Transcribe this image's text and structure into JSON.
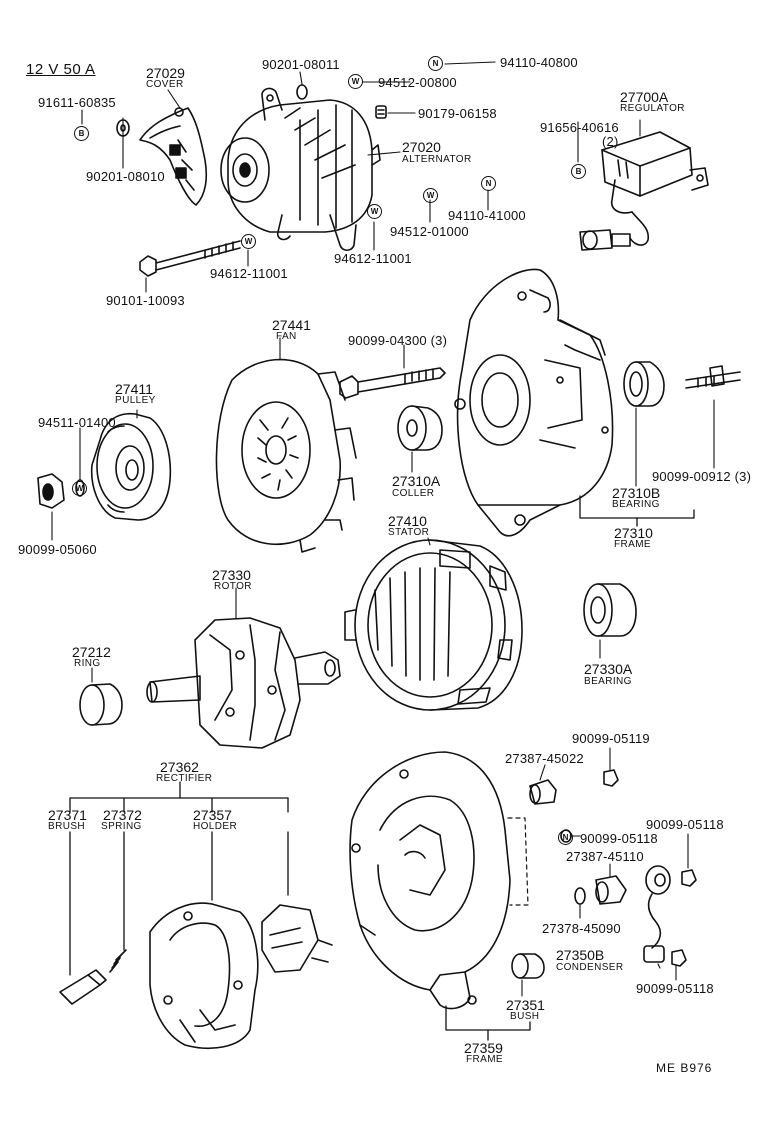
{
  "header": {
    "spec": "12 V 50 A"
  },
  "diagram_code": "ME  B976",
  "symbols": {
    "bolt": "B",
    "washer": "W",
    "nut": "N"
  },
  "parts": {
    "p27029": {
      "number": "27029",
      "name": "COVER"
    },
    "p9161160835": {
      "number": "91611-60835"
    },
    "p9020108010": {
      "number": "90201-08010"
    },
    "p9020108011": {
      "number": "90201-08011"
    },
    "p9451200800": {
      "number": "94512-00800"
    },
    "p9411040800": {
      "number": "94110-40800"
    },
    "p9017906158": {
      "number": "90179-06158"
    },
    "p27020": {
      "number": "27020",
      "name": "ALTERNATOR"
    },
    "p27700A": {
      "number": "27700A",
      "name": "REGULATOR"
    },
    "p9165640616": {
      "number": "91656-40616",
      "qty": "(2)"
    },
    "p9411041000": {
      "number": "94110-41000"
    },
    "p9451201000": {
      "number": "94512-01000"
    },
    "p9461211001a": {
      "number": "94612-11001"
    },
    "p9461211001b": {
      "number": "94612-11001"
    },
    "p9010110093": {
      "number": "90101-10093"
    },
    "p27441": {
      "number": "27441",
      "name": "FAN"
    },
    "p9009904300": {
      "number": "90099-04300 (3)"
    },
    "p27411": {
      "number": "27411",
      "name": "PULLEY"
    },
    "p9451101400": {
      "number": "94511-01400"
    },
    "p9009905060": {
      "number": "90099-05060"
    },
    "p27310A": {
      "number": "27310A",
      "name": "COLLER"
    },
    "p27310B": {
      "number": "27310B",
      "name": "BEARING"
    },
    "p9009900912": {
      "number": "90099-00912 (3)"
    },
    "p27310": {
      "number": "27310",
      "name": "FRAME"
    },
    "p27410": {
      "number": "27410",
      "name": "STATOR"
    },
    "p27330": {
      "number": "27330",
      "name": "ROTOR"
    },
    "p27330A": {
      "number": "27330A",
      "name": "BEARING"
    },
    "p27212": {
      "number": "27212",
      "name": "RING"
    },
    "p27362": {
      "number": "27362",
      "name": "RECTIFIER"
    },
    "p27371": {
      "number": "27371",
      "name": "BRUSH"
    },
    "p27372": {
      "number": "27372",
      "name": "SPRING"
    },
    "p27357": {
      "number": "27357",
      "name": "HOLDER"
    },
    "p2738745022": {
      "number": "27387-45022"
    },
    "p9009905119": {
      "number": "90099-05119"
    },
    "p9009905118a": {
      "number": "90099-05118"
    },
    "p9009905118b": {
      "number": "90099-05118"
    },
    "p9009905118c": {
      "number": "90099-05118"
    },
    "p2738745110": {
      "number": "27387-45110"
    },
    "p2737845090": {
      "number": "27378-45090"
    },
    "p27350B": {
      "number": "27350B",
      "name": "CONDENSER"
    },
    "p27351": {
      "number": "27351",
      "name": "BUSH"
    },
    "p27359": {
      "number": "27359",
      "name": "FRAME"
    }
  }
}
